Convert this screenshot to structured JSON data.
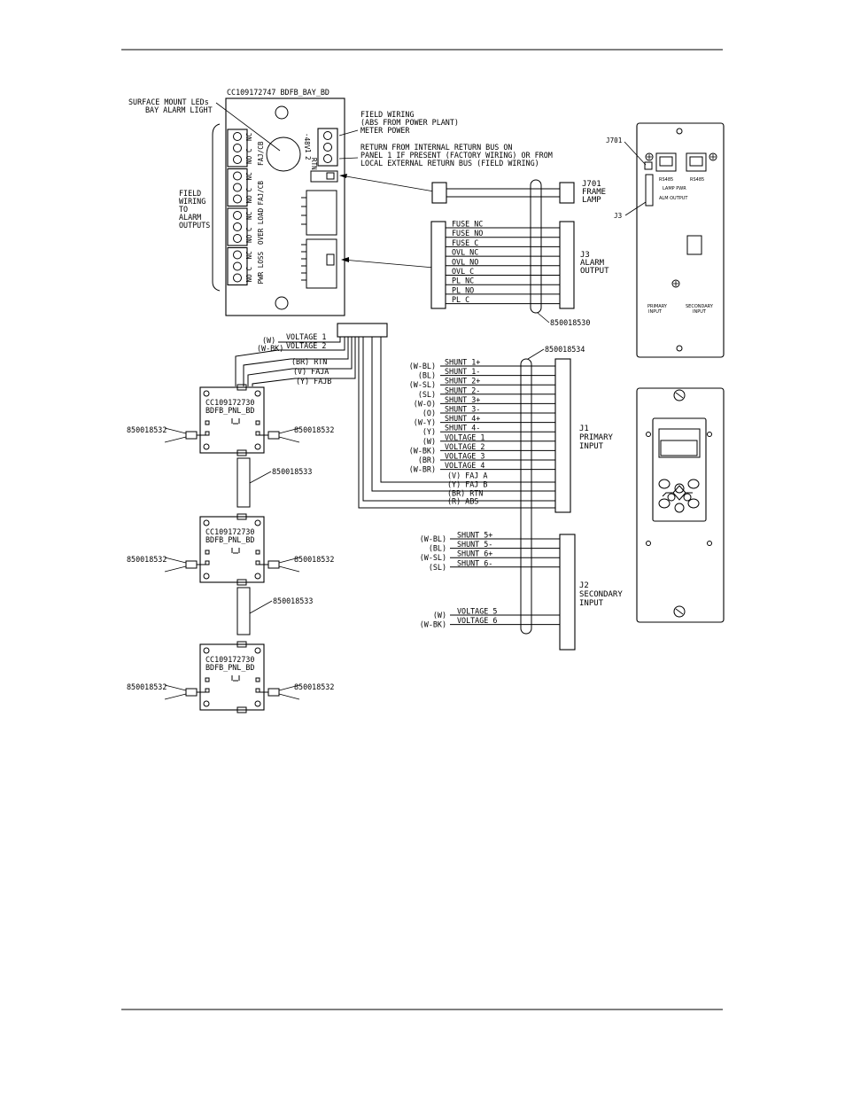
{
  "bay_board": {
    "part": "CC109172747 BDFB_BAY_BD",
    "led_note": [
      "SURFACE MOUNT LEDs",
      "BAY ALARM LIGHT"
    ],
    "field_wiring_note": [
      "FIELD",
      "WIRING",
      "TO",
      "ALARM",
      "OUTPUTS"
    ],
    "terminal_groups": [
      {
        "contacts": [
          "NO",
          "C",
          "NC"
        ],
        "name": "FAJ/CB"
      },
      {
        "contacts": [
          "NO",
          "C",
          "NC"
        ],
        "name": "FAJ/CB"
      },
      {
        "contacts": [
          "NO",
          "C",
          "NC"
        ],
        "name": "OVER LOAD"
      },
      {
        "contacts": [
          "NO",
          "C",
          "NC"
        ],
        "name": "PWR LOSS"
      }
    ],
    "power_terminals": [
      "-48V",
      "1",
      "2",
      "RTN"
    ]
  },
  "notes": {
    "field_power": [
      "FIELD WIRING",
      "(ABS FROM POWER PLANT)",
      "METER POWER"
    ],
    "return": [
      "RETURN FROM INTERNAL RETURN BUS ON",
      "PANEL 1 IF PRESENT (FACTORY WIRING) OR FROM",
      "LOCAL EXTERNAL RETURN BUS (FIELD WIRING)"
    ]
  },
  "j701": {
    "label": [
      "J701",
      "FRAME",
      "LAMP"
    ]
  },
  "j3": {
    "label": [
      "J3",
      "ALARM",
      "OUTPUT"
    ],
    "signals": [
      "FUSE NC",
      "FUSE NO",
      "FUSE C",
      "OVL NC",
      "OVL NO",
      "OVL C",
      "PL NC",
      "PL NO",
      "PL C"
    ],
    "cable": "850018530"
  },
  "rear_panel": {
    "j701": "J701",
    "j3": "J3",
    "rs485_left": "RS485",
    "rs485_right": "RS485",
    "lamp_pwr": "LAMP PWR",
    "alm_output": "ALM OUTPUT",
    "primary": [
      "PRIMARY",
      "INPUT"
    ],
    "secondary": [
      "SECONDARY",
      "INPUT"
    ]
  },
  "harness": {
    "voltage_wires": [
      {
        "color": "(W)",
        "name": "VOLTAGE 1"
      },
      {
        "color": "(W-BK)",
        "name": "VOLTAGE 2"
      }
    ],
    "panel_wires": [
      "(BR) RTN",
      "(V) FAJA",
      "(Y) FAJB"
    ]
  },
  "j1": {
    "label": [
      "J1",
      "PRIMARY",
      "INPUT"
    ],
    "cable": "850018534",
    "signals": [
      {
        "color": "(W-BL)",
        "name": "SHUNT 1+"
      },
      {
        "color": "(BL)",
        "name": "SHUNT 1-"
      },
      {
        "color": "(W-SL)",
        "name": "SHUNT 2+"
      },
      {
        "color": "(SL)",
        "name": "SHUNT 2-"
      },
      {
        "color": "(W-O)",
        "name": "SHUNT 3+"
      },
      {
        "color": "(O)",
        "name": "SHUNT 3-"
      },
      {
        "color": "(W-Y)",
        "name": "SHUNT 4+"
      },
      {
        "color": "(Y)",
        "name": "SHUNT 4-"
      },
      {
        "color": "(W)",
        "name": "VOLTAGE 1"
      },
      {
        "color": "(W-BK)",
        "name": "VOLTAGE 2"
      },
      {
        "color": "(BR)",
        "name": "VOLTAGE 3"
      },
      {
        "color": "(W-BR)",
        "name": "VOLTAGE 4"
      },
      {
        "color": "",
        "name": "(V) FAJ A"
      },
      {
        "color": "",
        "name": "(Y) FAJ B"
      },
      {
        "color": "",
        "name": "(BR) RTN"
      },
      {
        "color": "",
        "name": "(R) ABS"
      }
    ]
  },
  "j2": {
    "label": [
      "J2",
      "SECONDARY",
      "INPUT"
    ],
    "signals_top": [
      {
        "color": "(W-BL)",
        "name": "SHUNT 5+"
      },
      {
        "color": "(BL)",
        "name": "SHUNT 5-"
      },
      {
        "color": "(W-SL)",
        "name": "SHUNT 6+"
      },
      {
        "color": "(SL)",
        "name": "SHUNT 6-"
      }
    ],
    "signals_bottom": [
      {
        "color": "(W)",
        "name": "VOLTAGE 5"
      },
      {
        "color": "(W-BK)",
        "name": "VOLTAGE 6"
      }
    ]
  },
  "panel_boards": [
    {
      "part": "CC109172730",
      "name": "BDFB_PNL_BD",
      "left_cable": "850018532",
      "right_cable": "850018532"
    },
    {
      "part": "CC109172730",
      "name": "BDFB_PNL_BD",
      "left_cable": "850018532",
      "right_cable": "850018532"
    },
    {
      "part": "CC109172730",
      "name": "BDFB_PNL_BD",
      "left_cable": "850018532",
      "right_cable": "850018532"
    }
  ],
  "daisy_cables": [
    "850018533",
    "850018533"
  ]
}
